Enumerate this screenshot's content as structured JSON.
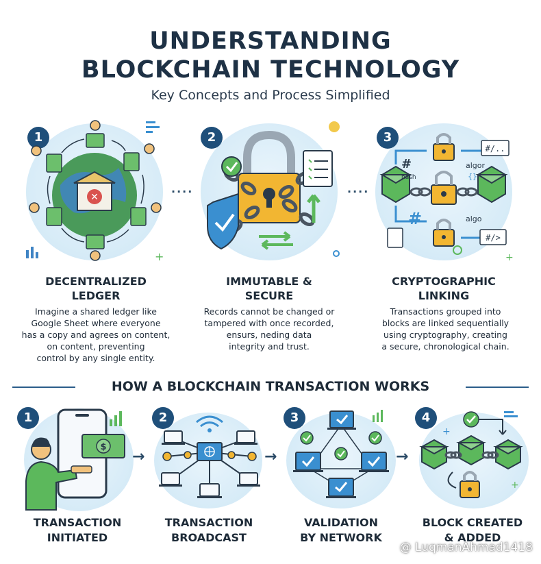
{
  "header": {
    "title_line1": "UNDERSTANDING",
    "title_line2": "BLOCKCHAIN TECHNOLOGY",
    "subtitle": "Key Concepts and Process Simplified"
  },
  "concepts": [
    {
      "number": "1",
      "title_line1": "DECENTRALIZED",
      "title_line2": "LEDGER",
      "desc_lines": [
        "Imagine a shared ledger like",
        "Google Sheet where everyone",
        "has a copy and agrees on content,",
        "on content, preventing",
        "control by any single entity."
      ]
    },
    {
      "number": "2",
      "title_line1": "IMMUTABLE &",
      "title_line2": "SECURE",
      "desc_lines": [
        "Records cannot be changed or",
        "tampered with once recorded,",
        "ensurs, neding data",
        "integrity and trust."
      ]
    },
    {
      "number": "3",
      "title_line1": "CRYPTOGRAPHIC",
      "title_line2": "LINKING",
      "desc_lines": [
        "Transactions grouped into",
        "blocks are linked sequentially",
        "using cryptography, creating",
        "a secure, chronological chain."
      ],
      "icon_labels": {
        "hash_symbol": "#",
        "hash_text": "hash",
        "code1": "#/..",
        "algor": "algor",
        "algo": "algo",
        "code2": "#/>"
      }
    }
  ],
  "process": {
    "heading": "HOW A BLOCKCHAIN TRANSACTION WORKS",
    "steps": [
      {
        "number": "1",
        "title_line1": "TRANSACTION",
        "title_line2": "INITIATED"
      },
      {
        "number": "2",
        "title_line1": "TRANSACTION",
        "title_line2": "BROADCAST"
      },
      {
        "number": "3",
        "title_line1": "VALIDATION",
        "title_line2": "BY NETWORK"
      },
      {
        "number": "4",
        "title_line1": "BLOCK CREATED",
        "title_line2": "& ADDED"
      }
    ]
  },
  "watermark": "@ LuqmanAhmad1418",
  "colors": {
    "navy": "#1e3145",
    "badge": "#1f4f7a",
    "green": "#5cb85c",
    "blue": "#3a8fd0",
    "gold": "#f2b632",
    "light_blue": "#d6ebf7"
  }
}
